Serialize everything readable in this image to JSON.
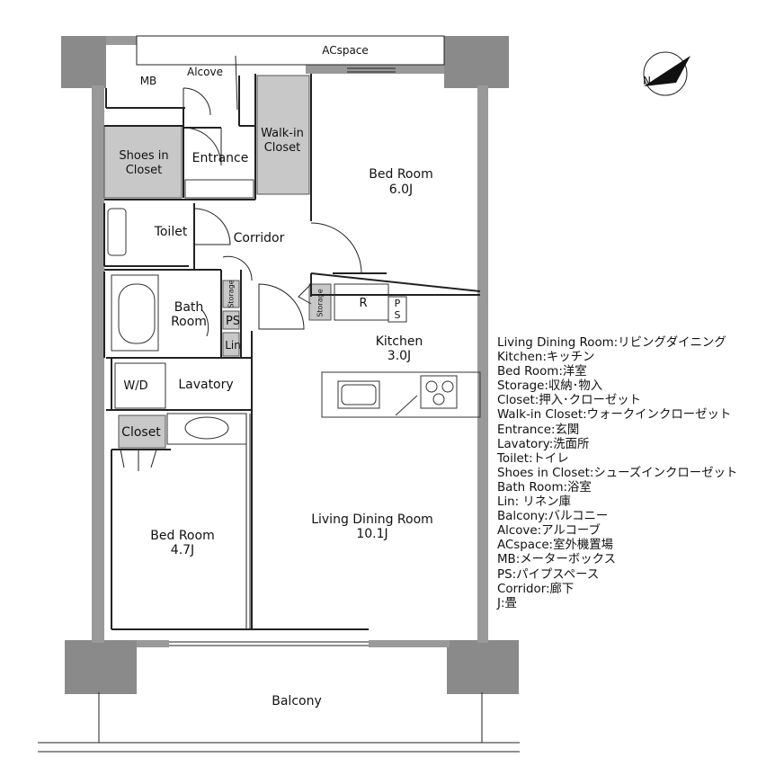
{
  "rooms": {
    "acspace": "ACspace",
    "mb": "MB",
    "alcove": "Alcove",
    "walkin_line1": "Walk-in",
    "walkin_line2": "Closet",
    "shoes_line1": "Shoes in",
    "shoes_line2": "Closet",
    "entrance": "Entrance",
    "bedroom1_name": "Bed Room",
    "bedroom1_size": "6.0J",
    "toilet": "Toilet",
    "corridor": "Corridor",
    "storage_left": "Storage",
    "storage_kitchen": "Storage",
    "r": "R",
    "ps_kitchen_line1": "P",
    "ps_kitchen_line2": "S",
    "bath_line1": "Bath",
    "bath_line2": "Room",
    "ps": "PS",
    "lin": "Lin",
    "kitchen_name": "Kitchen",
    "kitchen_size": "3.0J",
    "wd": "W/D",
    "lavatory": "Lavatory",
    "closet": "Closet",
    "bedroom2_name": "Bed Room",
    "bedroom2_size": "4.7J",
    "living_name": "Living Dining Room",
    "living_size": "10.1J",
    "balcony": "Balcony"
  },
  "legend": [
    "Living Dining Room:リビングダイニング",
    "Kitchen:キッチン",
    "Bed Room:洋室",
    "Storage:収納･物入",
    "Closet:押入･クローゼット",
    "Walk-in Closet:ウォークインクローゼット",
    "Entrance:玄関",
    "Lavatory:洗面所",
    "Toilet:トイレ",
    "Shoes in Closet:シューズインクローゼット",
    "Bath Room:浴室",
    "Lin: リネン庫",
    "Balcony:バルコニー",
    "Alcove:アルコーブ",
    "ACspace:室外機置場",
    "MB:メーターボックス",
    "PS:パイプスペース",
    "Corridor:廊下",
    "J:畳"
  ],
  "compass_letter": "N",
  "colors": {
    "wall": "#999999",
    "column": "#8a8a8a",
    "storage_fill": "#c8c8c8",
    "line": "#222222"
  }
}
